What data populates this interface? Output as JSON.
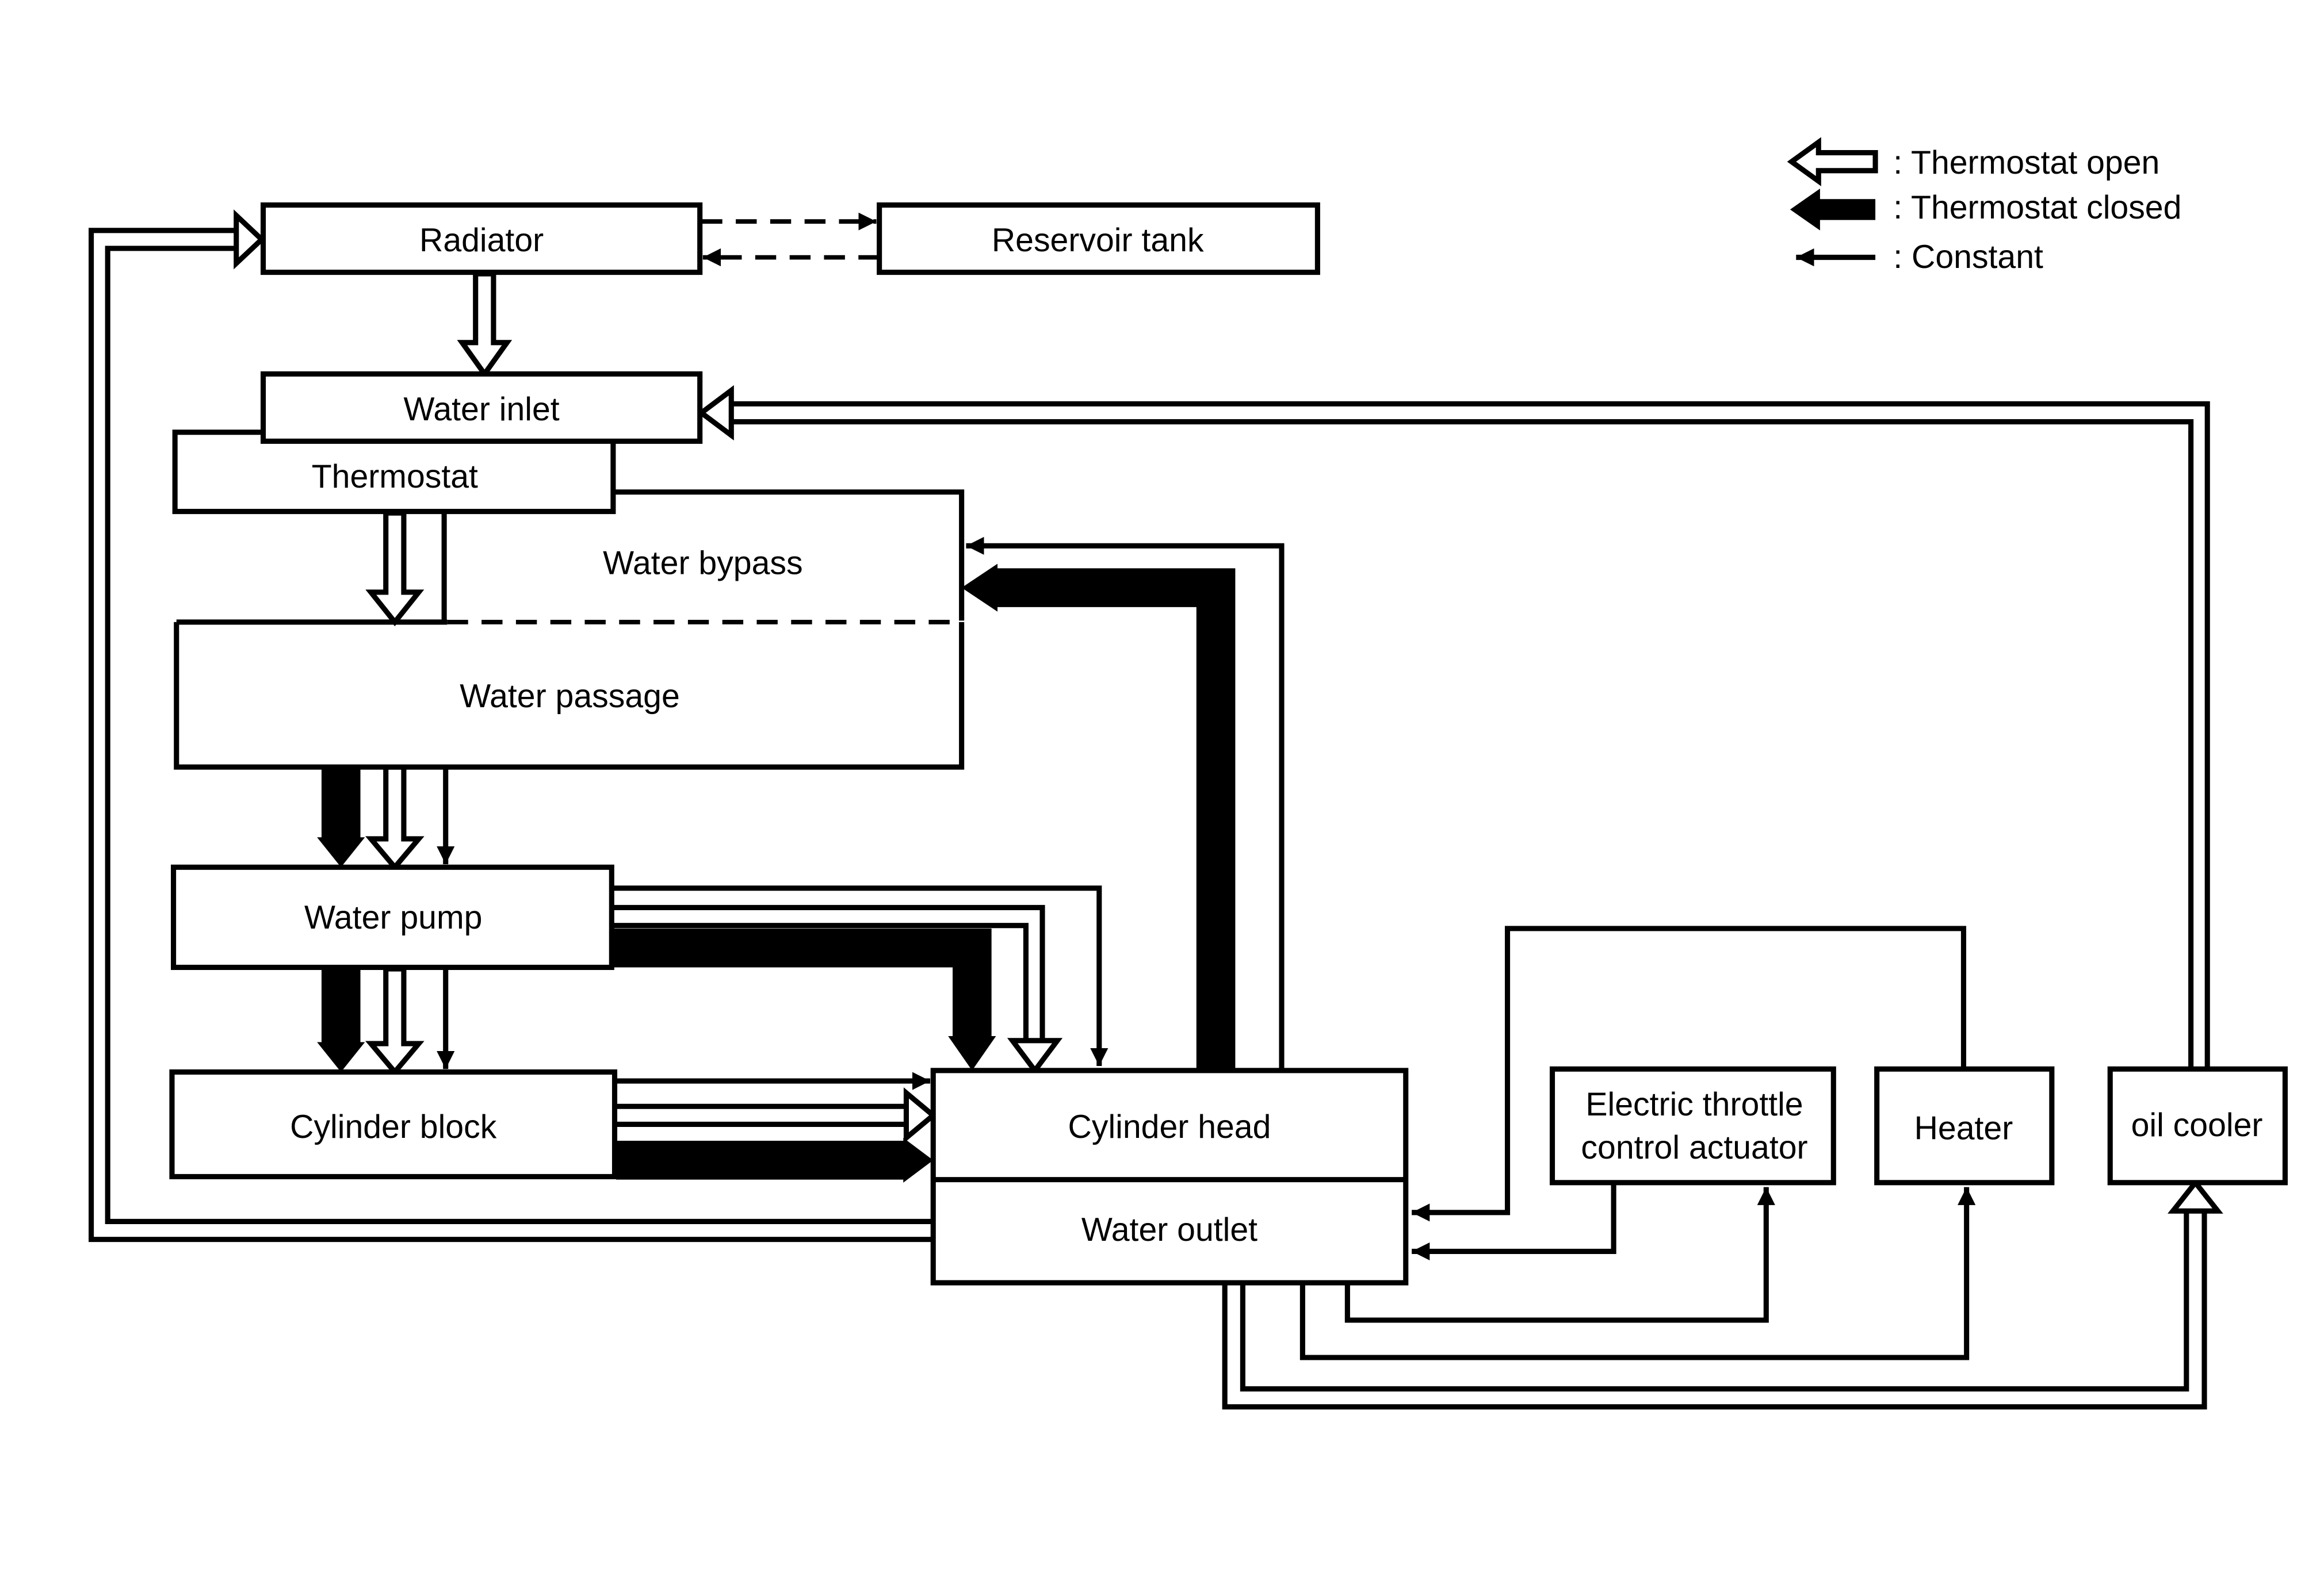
{
  "components": {
    "radiator": "Radiator",
    "reservoir_tank": "Reservoir tank",
    "water_inlet": "Water inlet",
    "thermostat": "Thermostat",
    "water_bypass": "Water bypass",
    "water_passage": "Water passage",
    "water_pump": "Water pump",
    "cylinder_block": "Cylinder block",
    "cylinder_head": "Cylinder head",
    "water_outlet": "Water outlet",
    "etc_actuator_line1": "Electric throttle",
    "etc_actuator_line2": "control actuator",
    "heater": "Heater",
    "oil_cooler": "oil cooler"
  },
  "legend": {
    "open": ": Thermostat open",
    "closed": ": Thermostat closed",
    "constant": ": Constant"
  }
}
